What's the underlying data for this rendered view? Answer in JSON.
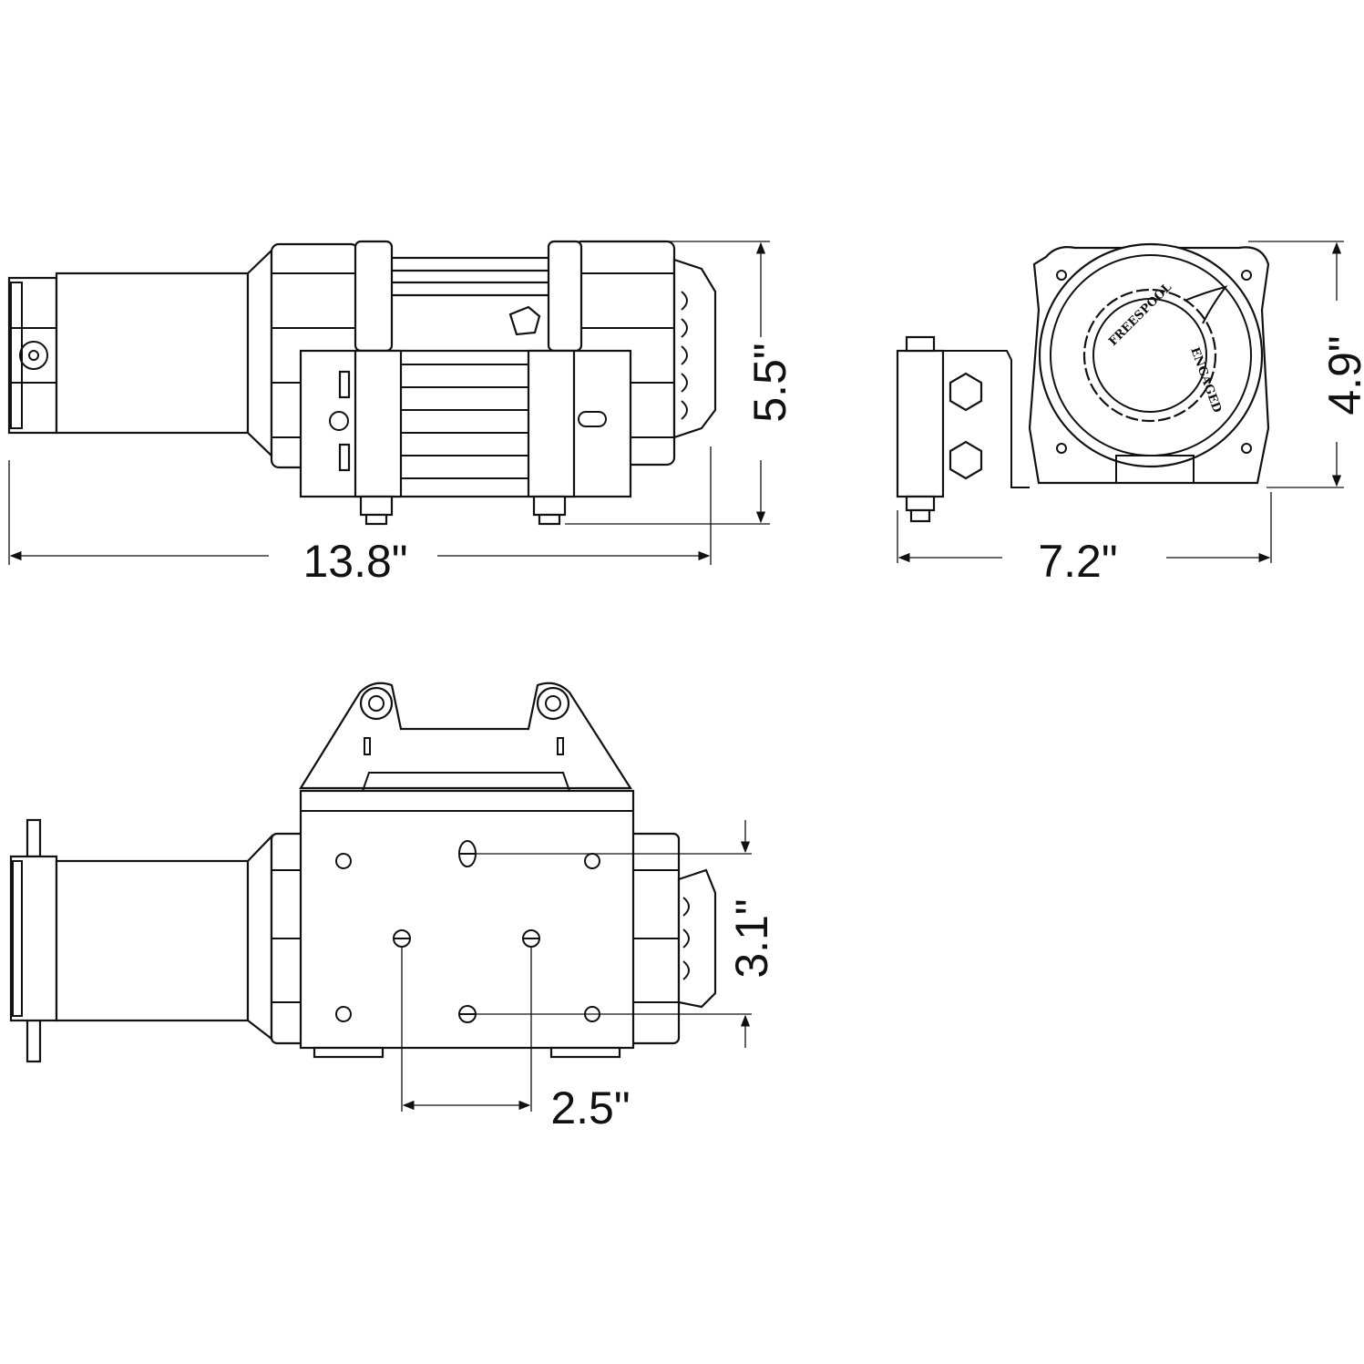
{
  "side_view": {
    "length_label": "13.8\"",
    "height_label": "5.5\""
  },
  "end_view": {
    "width_label": "7.2\"",
    "height_label": "4.9\"",
    "clutch_labels": [
      "FREESPOOL",
      "ENGAGED"
    ]
  },
  "bottom_view": {
    "bolt_spacing_depth_label": "3.1\"",
    "bolt_spacing_width_label": "2.5\""
  },
  "colors": {
    "line": "#111111",
    "background": "#ffffff"
  }
}
